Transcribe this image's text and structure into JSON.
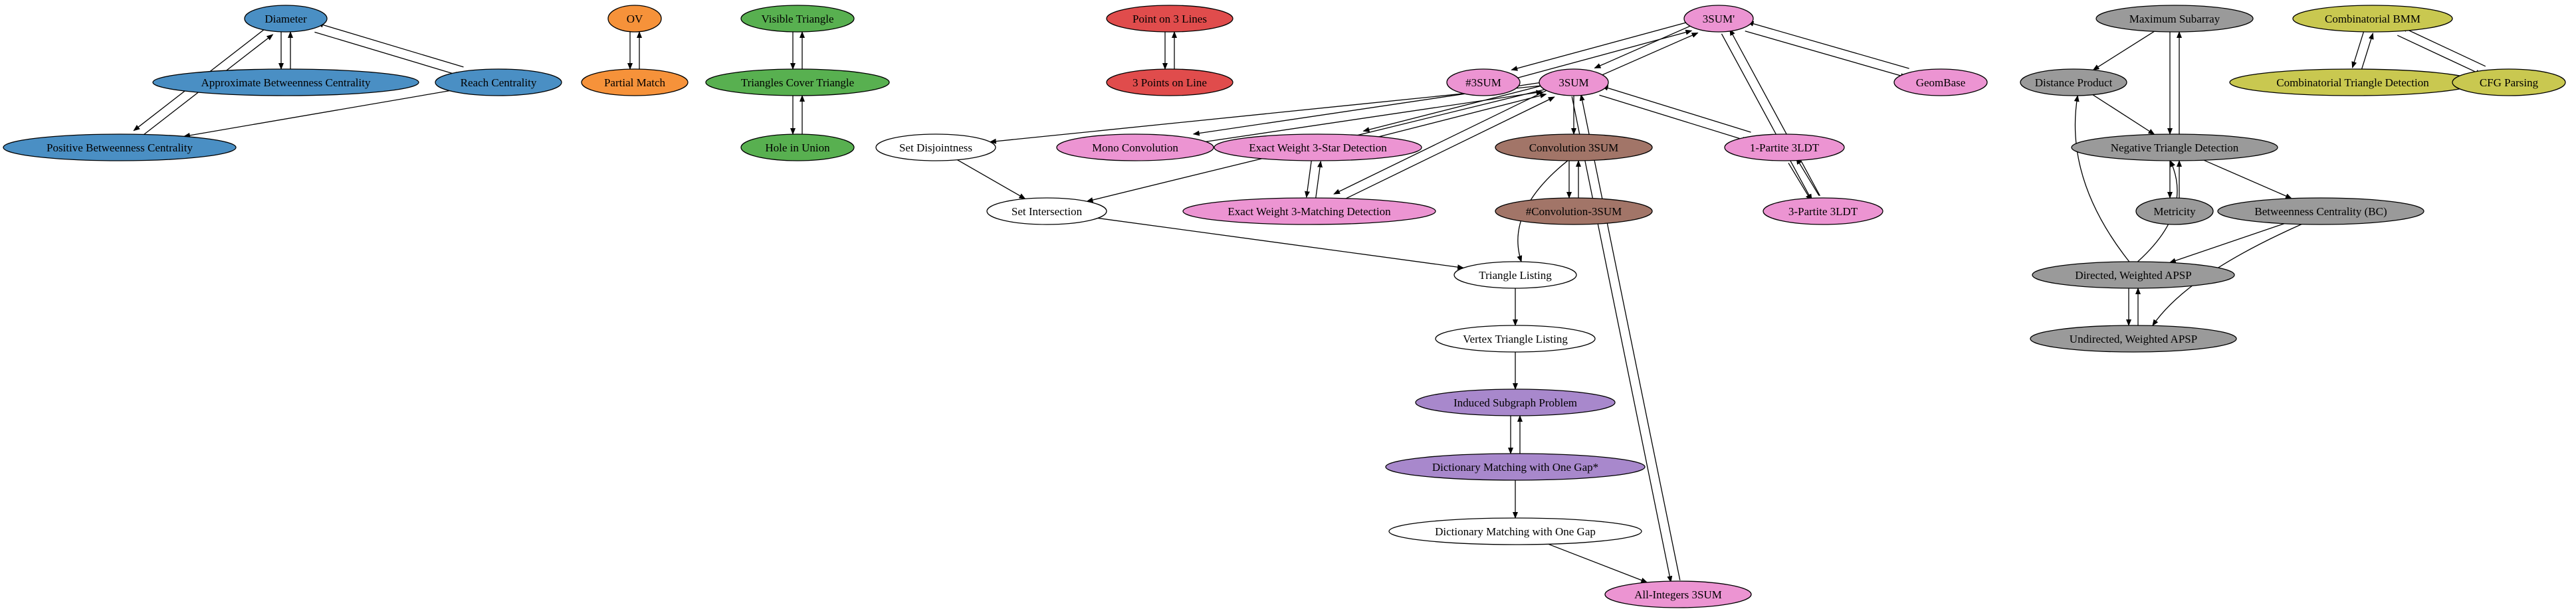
{
  "title": "",
  "palette": {
    "blue": "#4a8fc4",
    "orange": "#f6923a",
    "green": "#58b050",
    "red": "#e04c4c",
    "pink": "#ec94d2",
    "brown": "#a27568",
    "gray": "#9a9a9a",
    "olive": "#c9c850",
    "purple": "#a888cc",
    "white": "#ffffff"
  },
  "nodes": [
    {
      "id": "diameter",
      "label": "Diameter",
      "color": "blue"
    },
    {
      "id": "approx_bc",
      "label": "Approximate Betweenness Centrality",
      "color": "blue"
    },
    {
      "id": "reach",
      "label": "Reach Centrality",
      "color": "blue"
    },
    {
      "id": "pos_bc",
      "label": "Positive Betweenness Centrality",
      "color": "blue"
    },
    {
      "id": "ov",
      "label": "OV",
      "color": "orange"
    },
    {
      "id": "partial_match",
      "label": "Partial Match",
      "color": "orange"
    },
    {
      "id": "visible_triangle",
      "label": "Visible Triangle",
      "color": "green"
    },
    {
      "id": "triangles_cover",
      "label": "Triangles Cover Triangle",
      "color": "green"
    },
    {
      "id": "hole_union",
      "label": "Hole in Union",
      "color": "green"
    },
    {
      "id": "point_3_lines",
      "label": "Point on 3 Lines",
      "color": "red"
    },
    {
      "id": "three_points_line",
      "label": "3 Points on Line",
      "color": "red"
    },
    {
      "id": "sum3_prime",
      "label": "3SUM'",
      "color": "pink"
    },
    {
      "id": "sharp3sum",
      "label": "#3SUM",
      "color": "pink"
    },
    {
      "id": "sum3",
      "label": "3SUM",
      "color": "pink"
    },
    {
      "id": "geombase",
      "label": "GeomBase",
      "color": "pink"
    },
    {
      "id": "set_disjoint",
      "label": "Set Disjointness",
      "color": "white"
    },
    {
      "id": "mono_conv",
      "label": "Mono Convolution",
      "color": "pink"
    },
    {
      "id": "ew3star",
      "label": "Exact Weight 3-Star Detection",
      "color": "pink"
    },
    {
      "id": "conv3sum",
      "label": "Convolution 3SUM",
      "color": "brown"
    },
    {
      "id": "one_partite",
      "label": "1-Partite 3LDT",
      "color": "pink"
    },
    {
      "id": "set_intersection",
      "label": "Set Intersection",
      "color": "white"
    },
    {
      "id": "ew3match",
      "label": "Exact Weight 3-Matching Detection",
      "color": "pink"
    },
    {
      "id": "sharp_conv3sum",
      "label": "#Convolution-3SUM",
      "color": "brown"
    },
    {
      "id": "three_partite",
      "label": "3-Partite 3LDT",
      "color": "pink"
    },
    {
      "id": "tri_listing",
      "label": "Triangle Listing",
      "color": "white"
    },
    {
      "id": "vertex_tri_listing",
      "label": "Vertex Triangle Listing",
      "color": "white"
    },
    {
      "id": "induced_subgraph",
      "label": "Induced Subgraph Problem",
      "color": "purple"
    },
    {
      "id": "dict_gap_star",
      "label": "Dictionary Matching with One Gap*",
      "color": "purple"
    },
    {
      "id": "dict_gap",
      "label": "Dictionary Matching with One Gap",
      "color": "white"
    },
    {
      "id": "all_int_3sum",
      "label": "All-Integers 3SUM",
      "color": "pink"
    },
    {
      "id": "max_subarray",
      "label": "Maximum Subarray",
      "color": "gray"
    },
    {
      "id": "dist_product",
      "label": "Distance Product",
      "color": "gray"
    },
    {
      "id": "neg_triangle",
      "label": "Negative Triangle Detection",
      "color": "gray"
    },
    {
      "id": "metricity",
      "label": "Metricity",
      "color": "gray"
    },
    {
      "id": "betweenness",
      "label": "Betweenness Centrality (BC)",
      "color": "gray"
    },
    {
      "id": "dir_apsp",
      "label": "Directed, Weighted APSP",
      "color": "gray"
    },
    {
      "id": "undir_apsp",
      "label": "Undirected, Weighted APSP",
      "color": "gray"
    },
    {
      "id": "comb_bmm",
      "label": "Combinatorial BMM",
      "color": "olive"
    },
    {
      "id": "comb_tri",
      "label": "Combinatorial Triangle Detection",
      "color": "olive"
    },
    {
      "id": "cfg",
      "label": "CFG Parsing",
      "color": "olive"
    }
  ],
  "edges": [
    {
      "from": "diameter",
      "to": "approx_bc"
    },
    {
      "from": "approx_bc",
      "to": "diameter"
    },
    {
      "from": "diameter",
      "to": "reach"
    },
    {
      "from": "reach",
      "to": "diameter"
    },
    {
      "from": "diameter",
      "to": "pos_bc"
    },
    {
      "from": "pos_bc",
      "to": "diameter"
    },
    {
      "from": "reach",
      "to": "pos_bc"
    },
    {
      "from": "ov",
      "to": "partial_match"
    },
    {
      "from": "partial_match",
      "to": "ov"
    },
    {
      "from": "visible_triangle",
      "to": "triangles_cover"
    },
    {
      "from": "triangles_cover",
      "to": "visible_triangle"
    },
    {
      "from": "triangles_cover",
      "to": "hole_union"
    },
    {
      "from": "hole_union",
      "to": "triangles_cover"
    },
    {
      "from": "point_3_lines",
      "to": "three_points_line"
    },
    {
      "from": "three_points_line",
      "to": "point_3_lines"
    },
    {
      "from": "sum3_prime",
      "to": "sharp3sum"
    },
    {
      "from": "sharp3sum",
      "to": "sum3_prime"
    },
    {
      "from": "sum3_prime",
      "to": "sum3"
    },
    {
      "from": "sum3",
      "to": "sum3_prime"
    },
    {
      "from": "sum3_prime",
      "to": "geombase"
    },
    {
      "from": "geombase",
      "to": "sum3_prime"
    },
    {
      "from": "sum3_prime",
      "to": "three_partite"
    },
    {
      "from": "three_partite",
      "to": "sum3_prime"
    },
    {
      "from": "sum3",
      "to": "set_disjoint"
    },
    {
      "from": "sum3",
      "to": "set_intersection"
    },
    {
      "from": "sum3",
      "to": "mono_conv"
    },
    {
      "from": "mono_conv",
      "to": "sum3"
    },
    {
      "from": "sum3",
      "to": "ew3star"
    },
    {
      "from": "ew3star",
      "to": "sum3"
    },
    {
      "from": "sum3",
      "to": "conv3sum"
    },
    {
      "from": "sum3",
      "to": "one_partite"
    },
    {
      "from": "one_partite",
      "to": "sum3"
    },
    {
      "from": "sum3",
      "to": "ew3match"
    },
    {
      "from": "ew3match",
      "to": "sum3"
    },
    {
      "from": "sum3",
      "to": "all_int_3sum"
    },
    {
      "from": "all_int_3sum",
      "to": "sum3"
    },
    {
      "from": "ew3star",
      "to": "ew3match"
    },
    {
      "from": "ew3match",
      "to": "ew3star"
    },
    {
      "from": "conv3sum",
      "to": "sharp_conv3sum"
    },
    {
      "from": "sharp_conv3sum",
      "to": "conv3sum"
    },
    {
      "from": "conv3sum",
      "to": "tri_listing"
    },
    {
      "from": "one_partite",
      "to": "three_partite"
    },
    {
      "from": "three_partite",
      "to": "one_partite"
    },
    {
      "from": "set_disjoint",
      "to": "set_intersection"
    },
    {
      "from": "set_intersection",
      "to": "tri_listing"
    },
    {
      "from": "tri_listing",
      "to": "vertex_tri_listing"
    },
    {
      "from": "vertex_tri_listing",
      "to": "induced_subgraph"
    },
    {
      "from": "induced_subgraph",
      "to": "dict_gap_star"
    },
    {
      "from": "dict_gap_star",
      "to": "induced_subgraph"
    },
    {
      "from": "dict_gap_star",
      "to": "dict_gap"
    },
    {
      "from": "dict_gap",
      "to": "all_int_3sum"
    },
    {
      "from": "max_subarray",
      "to": "dist_product"
    },
    {
      "from": "max_subarray",
      "to": "neg_triangle"
    },
    {
      "from": "neg_triangle",
      "to": "max_subarray"
    },
    {
      "from": "dist_product",
      "to": "neg_triangle"
    },
    {
      "from": "neg_triangle",
      "to": "metricity"
    },
    {
      "from": "metricity",
      "to": "neg_triangle"
    },
    {
      "from": "neg_triangle",
      "to": "betweenness"
    },
    {
      "from": "betweenness",
      "to": "dir_apsp"
    },
    {
      "from": "betweenness",
      "to": "undir_apsp"
    },
    {
      "from": "dir_apsp",
      "to": "neg_triangle"
    },
    {
      "from": "dir_apsp",
      "to": "dist_product"
    },
    {
      "from": "dir_apsp",
      "to": "undir_apsp"
    },
    {
      "from": "undir_apsp",
      "to": "dir_apsp"
    },
    {
      "from": "comb_bmm",
      "to": "comb_tri"
    },
    {
      "from": "comb_tri",
      "to": "comb_bmm"
    },
    {
      "from": "comb_bmm",
      "to": "cfg"
    },
    {
      "from": "cfg",
      "to": "comb_bmm"
    }
  ]
}
